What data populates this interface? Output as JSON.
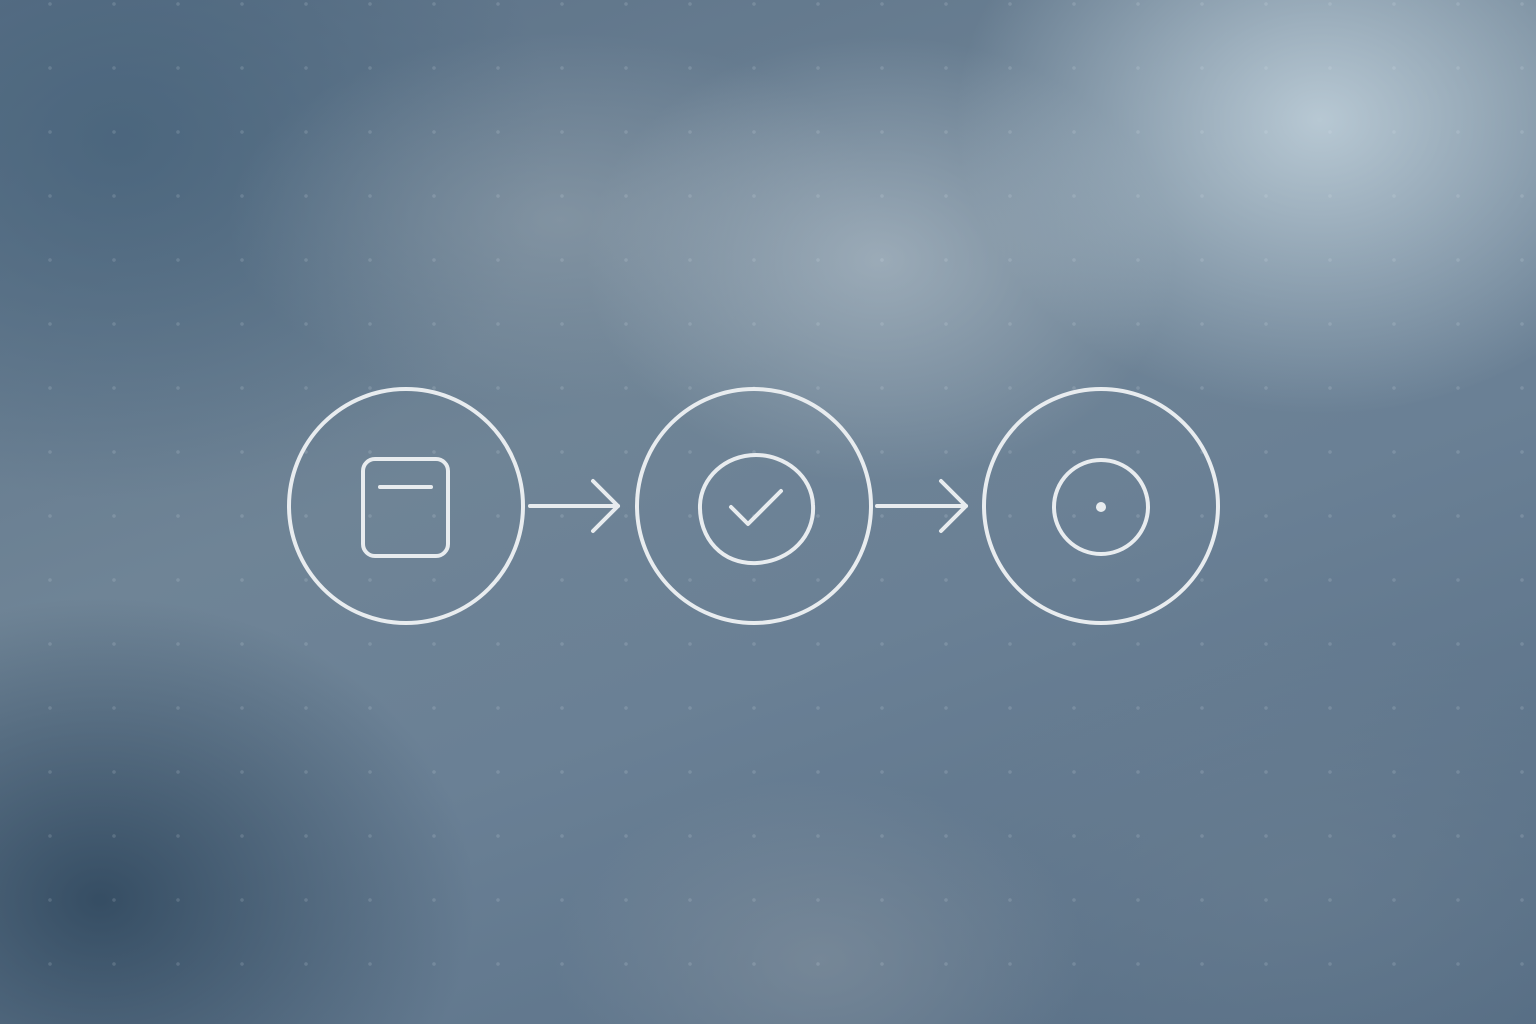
{
  "diagram": {
    "type": "process-flow",
    "steps": [
      {
        "icon": "window-panel-icon"
      },
      {
        "icon": "check-badge-icon"
      },
      {
        "icon": "target-dot-icon"
      }
    ],
    "connectors": [
      {
        "from": 0,
        "to": 1,
        "style": "arrow"
      },
      {
        "from": 1,
        "to": 2,
        "style": "arrow"
      }
    ],
    "colors": {
      "line": "#e8ecef",
      "background": "#6a8095"
    }
  }
}
